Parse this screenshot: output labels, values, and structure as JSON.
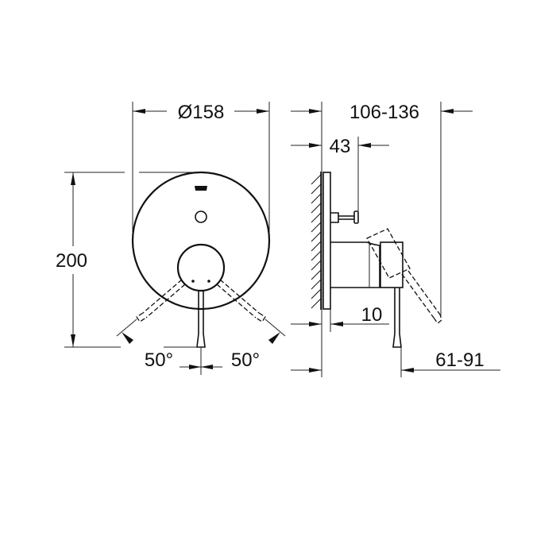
{
  "drawing": {
    "title": "Concealed mixer trim - technical dimension drawing",
    "views": [
      "front-view",
      "side-view"
    ],
    "line_color": "#111111",
    "background": "#ffffff"
  },
  "front_view": {
    "diameter_label": "Ø158",
    "height_label": "200",
    "angle_left_label": "50°",
    "angle_right_label": "50°"
  },
  "side_view": {
    "depth_range_label": "106-136",
    "stem_label": "43",
    "plate_label": "10",
    "lever_range_label": "61-91"
  }
}
